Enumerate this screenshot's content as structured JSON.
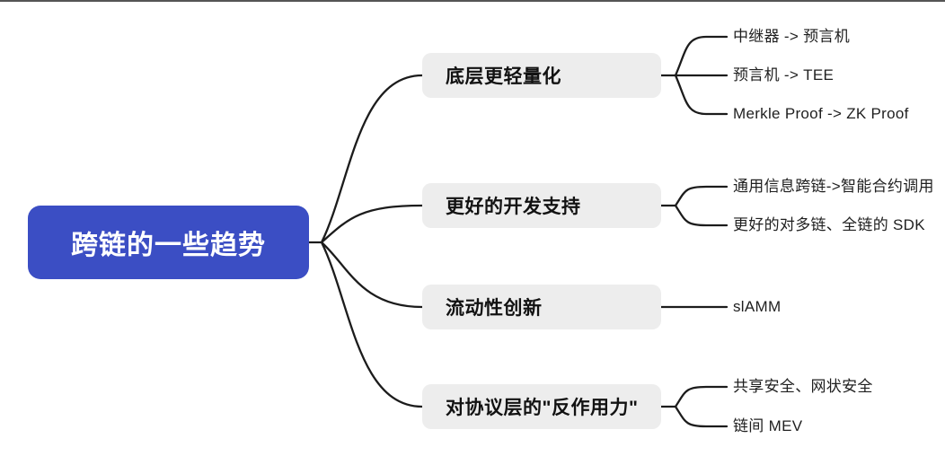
{
  "root": {
    "label": "跨链的一些趋势"
  },
  "branches": [
    {
      "label": "底层更轻量化",
      "children": [
        {
          "label": "中继器 -> 预言机"
        },
        {
          "label": "预言机 -> TEE"
        },
        {
          "label": "Merkle Proof -> ZK Proof"
        }
      ]
    },
    {
      "label": "更好的开发支持",
      "children": [
        {
          "label": "通用信息跨链->智能合约调用"
        },
        {
          "label": "更好的对多链、全链的 SDK"
        }
      ]
    },
    {
      "label": "流动性创新",
      "children": [
        {
          "label": "slAMM"
        }
      ]
    },
    {
      "label": "对协议层的\"反作用力\"",
      "children": [
        {
          "label": "共享安全、网状安全"
        },
        {
          "label": "链间 MEV"
        }
      ]
    }
  ],
  "colors": {
    "root_bg": "#3b4ec4",
    "root_text": "#ffffff",
    "branch_bg": "#ededed",
    "branch_text": "#121212",
    "leaf_text": "#1f1f1f",
    "line": "#1c1c1c",
    "divider": "#555555"
  }
}
